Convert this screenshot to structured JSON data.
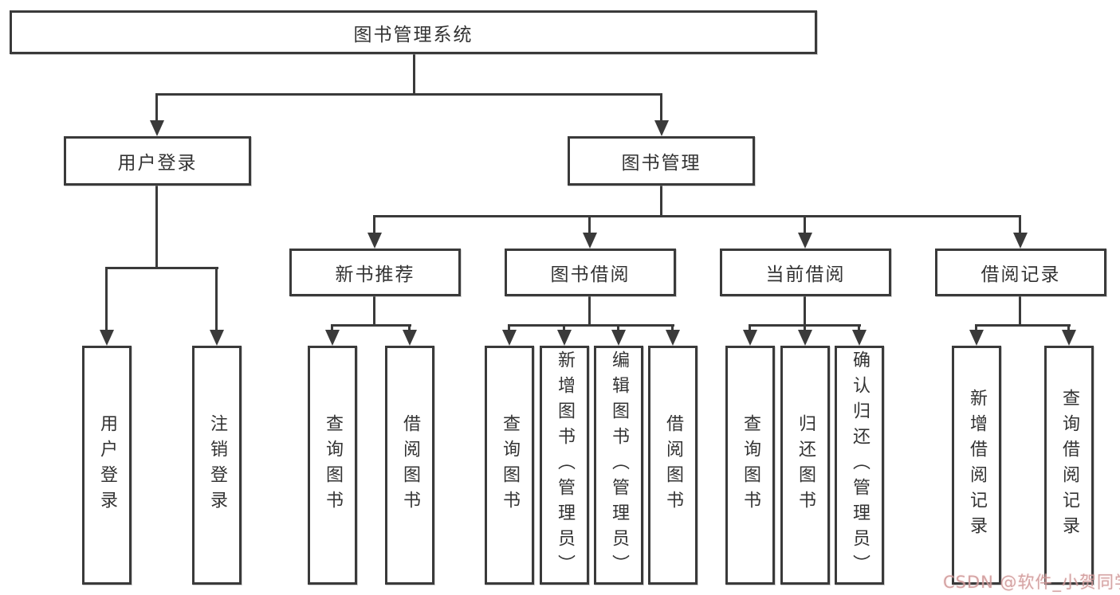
{
  "diagram_title": "图书管理系统",
  "nodes": {
    "root": "图书管理系统",
    "level2": [
      "用户登录",
      "图书管理"
    ],
    "level3": [
      "新书推荐",
      "图书借阅",
      "当前借阅",
      "借阅记录"
    ],
    "leaves_user_login": [
      "用户登录",
      "注销登录"
    ],
    "leaves_new_book": [
      "查询图书",
      "借阅图书"
    ],
    "leaves_book_borrow": [
      "查询图书",
      "新增图书（管理员）",
      "编辑图书（管理员）",
      "借阅图书"
    ],
    "leaves_current_borrow": [
      "查询图书",
      "归还图书",
      "确认归还（管理员）"
    ],
    "leaves_borrow_records": [
      "新增借阅记录",
      "查询借阅记录"
    ]
  },
  "watermark": {
    "text": "CSDN @软件_小贺同学",
    "color": "#cc9696"
  },
  "colors": {
    "line": "#3a3a3a",
    "box_border": "#3a3a3a",
    "box_background": "#ffffff",
    "text": "#333333"
  }
}
